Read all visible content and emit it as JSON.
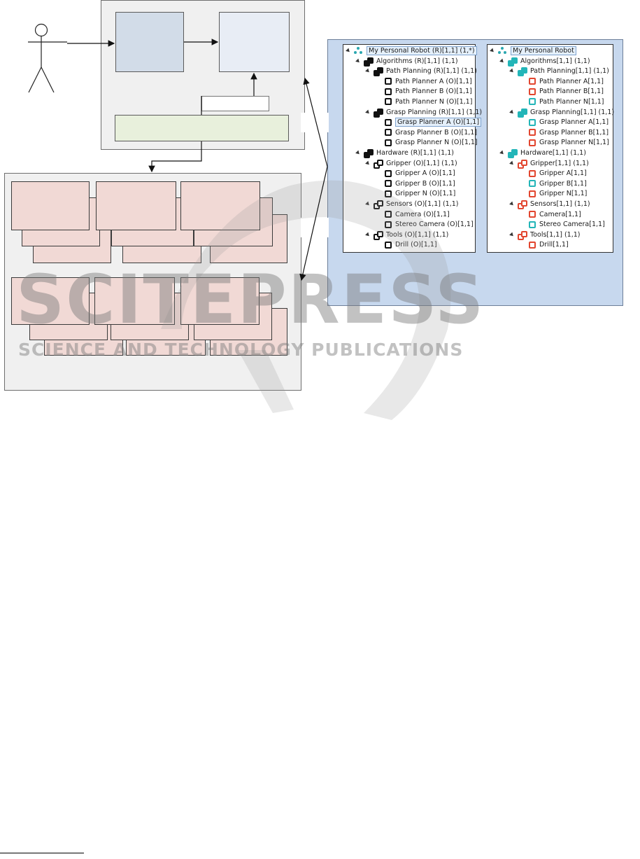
{
  "watermark": {
    "title": "SCITEPRESS",
    "subtitle": "SCIENCE AND TECHNOLOGY PUBLICATIONS"
  },
  "left_tree": {
    "rows": [
      {
        "label": "My Personal Robot (R)[1,1] (1,*)",
        "kind": "root",
        "selected": true
      },
      {
        "label": "Algorithms (R)[1,1] (1,1)",
        "kind": "group"
      },
      {
        "label": "Path Planning (R)[1,1] (1,1)",
        "kind": "group"
      },
      {
        "label": "Path Planner A (O)[1,1]",
        "kind": "leaf"
      },
      {
        "label": "Path Planner B (O)[1,1]",
        "kind": "leaf"
      },
      {
        "label": "Path Planner N (O)[1,1]",
        "kind": "leaf"
      },
      {
        "label": "Grasp Planning (R)[1,1] (1,1)",
        "kind": "group"
      },
      {
        "label": "Grasp Planner A (O)[1,1]",
        "kind": "leaf",
        "selected": true
      },
      {
        "label": "Grasp Planner B (O)[1,1]",
        "kind": "leaf"
      },
      {
        "label": "Grasp Planner N (O)[1,1]",
        "kind": "leaf"
      },
      {
        "label": "Hardware (R)[1,1] (1,1)",
        "kind": "group"
      },
      {
        "label": "Gripper (O)[1,1] (1,1)",
        "kind": "group-open"
      },
      {
        "label": "Gripper A (O)[1,1]",
        "kind": "leaf"
      },
      {
        "label": "Gripper B (O)[1,1]",
        "kind": "leaf"
      },
      {
        "label": "Gripper N (O)[1,1]",
        "kind": "leaf"
      },
      {
        "label": "Sensors (O)[1,1] (1,1)",
        "kind": "group-open"
      },
      {
        "label": "Camera (O)[1,1]",
        "kind": "leaf"
      },
      {
        "label": "Stereo Camera (O)[1,1]",
        "kind": "leaf"
      },
      {
        "label": "Tools (O)[1,1] (1,1)",
        "kind": "group-open"
      },
      {
        "label": "Drill (O)[1,1]",
        "kind": "leaf"
      }
    ]
  },
  "right_tree": {
    "rows": [
      {
        "label": "My Personal Robot",
        "kind": "root",
        "selected": true
      },
      {
        "label": "Algorithms[1,1] (1,1)",
        "kind": "group",
        "color": "#23b5b8"
      },
      {
        "label": "Path Planning[1,1] (1,1)",
        "kind": "group",
        "color": "#23b5b8"
      },
      {
        "label": "Path Planner A[1,1]",
        "kind": "leaf",
        "color": "#e2462f"
      },
      {
        "label": "Path Planner B[1,1]",
        "kind": "leaf",
        "color": "#e2462f"
      },
      {
        "label": "Path Planner N[1,1]",
        "kind": "leaf",
        "color": "#23b5b8"
      },
      {
        "label": "Grasp Planning[1,1] (1,1)",
        "kind": "group",
        "color": "#23b5b8"
      },
      {
        "label": "Grasp Planner A[1,1]",
        "kind": "leaf",
        "color": "#23b5b8"
      },
      {
        "label": "Grasp Planner B[1,1]",
        "kind": "leaf",
        "color": "#e2462f"
      },
      {
        "label": "Grasp Planner N[1,1]",
        "kind": "leaf",
        "color": "#e2462f"
      },
      {
        "label": "Hardware[1,1] (1,1)",
        "kind": "group",
        "color": "#23b5b8"
      },
      {
        "label": "Gripper[1,1] (1,1)",
        "kind": "group-open",
        "color": "#e2462f"
      },
      {
        "label": "Gripper A[1,1]",
        "kind": "leaf",
        "color": "#e2462f"
      },
      {
        "label": "Gripper B[1,1]",
        "kind": "leaf",
        "color": "#23b5b8"
      },
      {
        "label": "Gripper N[1,1]",
        "kind": "leaf",
        "color": "#e2462f"
      },
      {
        "label": "Sensors[1,1] (1,1)",
        "kind": "group-open",
        "color": "#e2462f"
      },
      {
        "label": "Camera[1,1]",
        "kind": "leaf",
        "color": "#e2462f"
      },
      {
        "label": "Stereo Camera[1,1]",
        "kind": "leaf",
        "color": "#23b5b8"
      },
      {
        "label": "Tools[1,1] (1,1)",
        "kind": "group-open",
        "color": "#e2462f"
      },
      {
        "label": "Drill[1,1]",
        "kind": "leaf",
        "color": "#e2462f"
      }
    ]
  },
  "colors": {
    "teal": "#23b5b8",
    "red": "#e2462f",
    "black": "#111111",
    "panel_gray": "#f0f0f0",
    "pink_box": "#f1d9d5",
    "blue_panel": "#c7d8ee"
  }
}
